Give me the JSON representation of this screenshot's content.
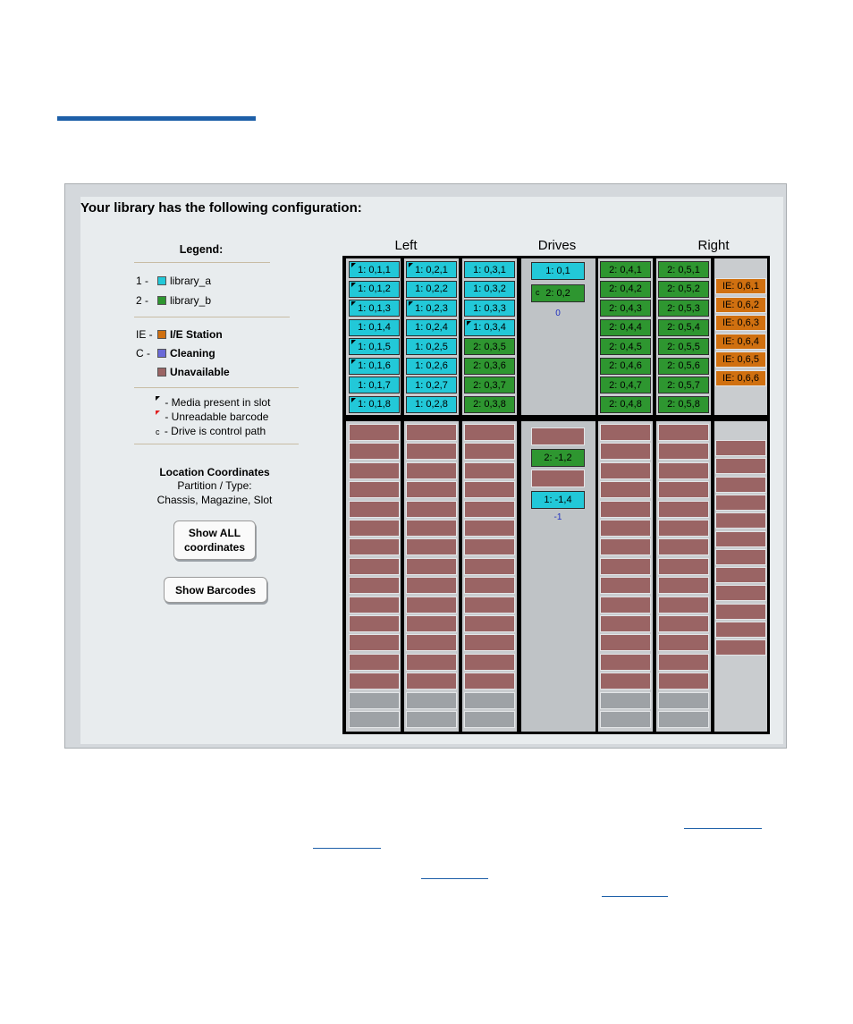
{
  "heading": "Your library has the following configuration:",
  "colors": {
    "library_a": "#22c8d8",
    "library_b": "#2e9630",
    "ie_station": "#d07010",
    "cleaning": "#6a6ad8",
    "unavailable": "#9a6464",
    "empty": "#9ea2a6",
    "accent": "#1d5fa8"
  },
  "legend": {
    "title": "Legend:",
    "partitions": [
      {
        "prefix": "1 -",
        "label": "library_a"
      },
      {
        "prefix": "2 -",
        "label": "library_b"
      }
    ],
    "types": [
      {
        "prefix": "IE -",
        "label": "I/E Station"
      },
      {
        "prefix": "C -",
        "label": "Cleaning"
      },
      {
        "prefix": "",
        "label": "Unavailable"
      }
    ],
    "notes": [
      "- Media present in slot",
      "- Unreadable barcode",
      "- Drive is control path"
    ],
    "control_path_glyph": "c",
    "coord_title": "Location Coordinates",
    "coord_line1": "Partition / Type:",
    "coord_line2": "Chassis, Magazine, Slot"
  },
  "buttons": {
    "show_all_line1": "Show ALL",
    "show_all_line2": "coordinates",
    "show_barcodes": "Show Barcodes"
  },
  "columns": {
    "left": "Left",
    "drives": "Drives",
    "right": "Right"
  },
  "drive_labels": {
    "top": "0",
    "bottom": "-1"
  },
  "module0": {
    "mag1": [
      {
        "text": "1:  0,1,1",
        "media": true
      },
      {
        "text": "1:  0,1,2",
        "media": true
      },
      {
        "text": "1:  0,1,3",
        "media": true
      },
      {
        "text": "1:  0,1,4",
        "media": false
      },
      {
        "text": "1:  0,1,5",
        "media": true
      },
      {
        "text": "1:  0,1,6",
        "media": true
      },
      {
        "text": "1:  0,1,7",
        "media": false
      },
      {
        "text": "1:  0,1,8",
        "media": true
      }
    ],
    "mag2": [
      {
        "text": "1:  0,2,1",
        "media": true
      },
      {
        "text": "1:  0,2,2",
        "media": false
      },
      {
        "text": "1:  0,2,3",
        "media": true
      },
      {
        "text": "1:  0,2,4",
        "media": false
      },
      {
        "text": "1:  0,2,5",
        "media": false
      },
      {
        "text": "1:  0,2,6",
        "media": false
      },
      {
        "text": "1:  0,2,7",
        "media": false
      },
      {
        "text": "1:  0,2,8",
        "media": false
      }
    ],
    "mag3": [
      {
        "text": "1:  0,3,1",
        "media": false,
        "p": "a"
      },
      {
        "text": "1:  0,3,2",
        "media": false,
        "p": "a"
      },
      {
        "text": "1:  0,3,3",
        "media": false,
        "p": "a"
      },
      {
        "text": "1:  0,3,4",
        "media": true,
        "p": "a"
      },
      {
        "text": "2:  0,3,5",
        "media": false,
        "p": "b"
      },
      {
        "text": "2:  0,3,6",
        "media": false,
        "p": "b"
      },
      {
        "text": "2:  0,3,7",
        "media": false,
        "p": "b"
      },
      {
        "text": "2:  0,3,8",
        "media": false,
        "p": "b"
      }
    ],
    "drives": [
      {
        "text": "1:  0,1",
        "p": "a",
        "control": false
      },
      {
        "text": "2:  0,2",
        "p": "b",
        "control": true
      }
    ],
    "mag4": [
      "2:  0,4,1",
      "2:  0,4,2",
      "2:  0,4,3",
      "2:  0,4,4",
      "2:  0,4,5",
      "2:  0,4,6",
      "2:  0,4,7",
      "2:  0,4,8"
    ],
    "mag5": [
      "2:  0,5,1",
      "2:  0,5,2",
      "2:  0,5,3",
      "2:  0,5,4",
      "2:  0,5,5",
      "2:  0,5,6",
      "2:  0,5,7",
      "2:  0,5,8"
    ],
    "ie": [
      "IE:  0,6,1",
      "IE:  0,6,2",
      "IE:  0,6,3",
      "IE:  0,6,4",
      "IE:  0,6,5",
      "IE:  0,6,6"
    ]
  },
  "module1": {
    "drives": [
      {
        "text": "",
        "p": "u"
      },
      {
        "text": "2: -1,2",
        "p": "b"
      },
      {
        "text": "",
        "p": "u"
      },
      {
        "text": "1: -1,4",
        "p": "a"
      }
    ],
    "left_unavailable": 14,
    "left_empty": 2,
    "right_ie_unavailable": 12
  }
}
